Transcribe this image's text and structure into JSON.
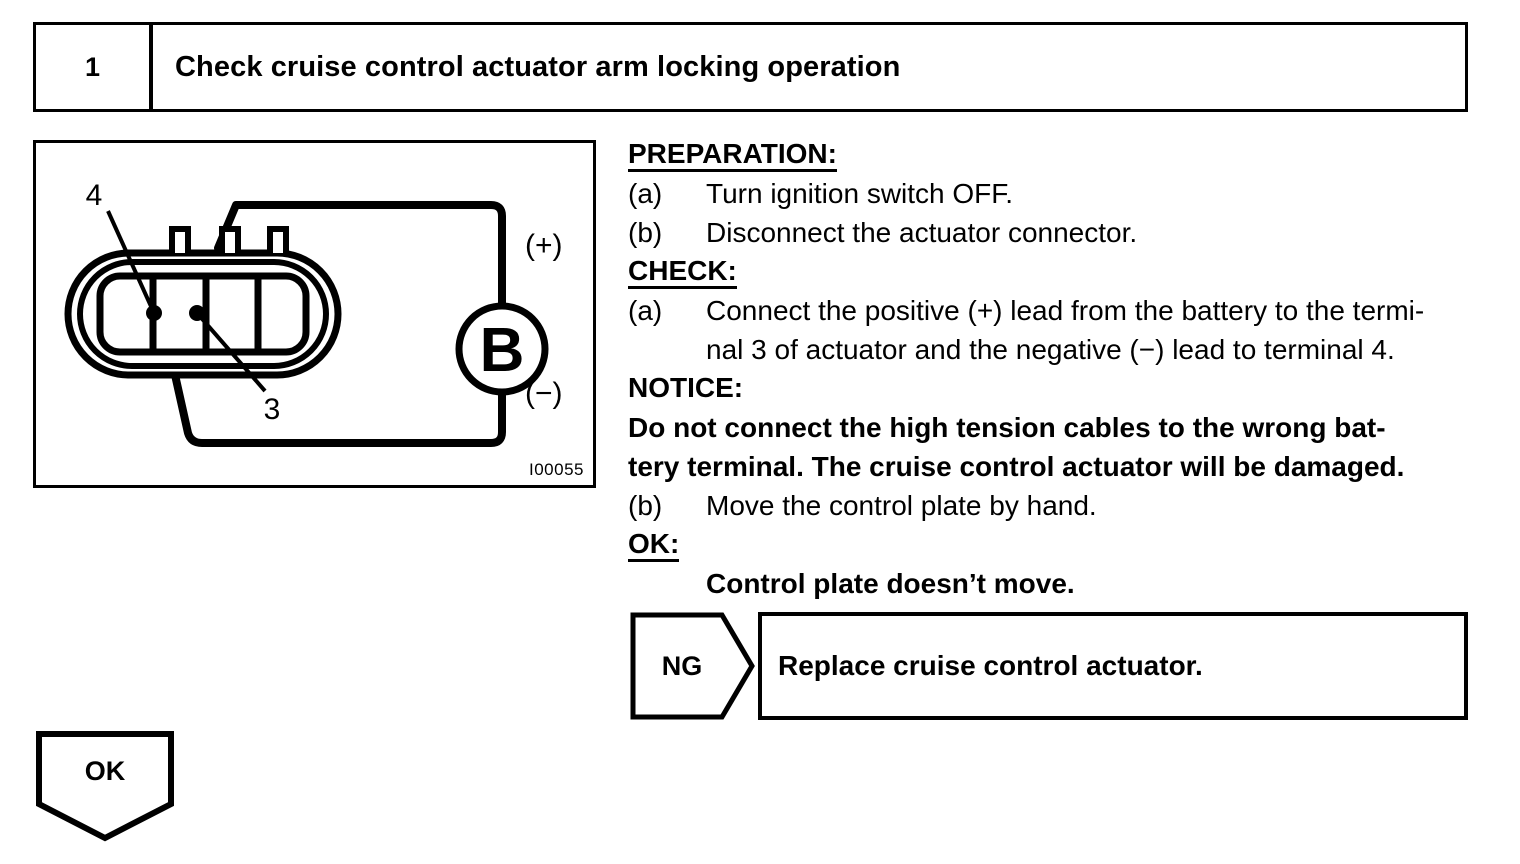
{
  "step": {
    "number": "1",
    "title": "Check cruise control actuator arm locking operation"
  },
  "figure": {
    "id_code": "I00055",
    "battery_symbol": "B",
    "positive_label": "(+)",
    "negative_label": "(−)",
    "terminal_label_4": "4",
    "terminal_label_3": "3"
  },
  "instructions": {
    "preparation_heading": "PREPARATION:",
    "prep_a_label": "(a)",
    "prep_a_text": "Turn ignition switch OFF.",
    "prep_b_label": "(b)",
    "prep_b_text": "Disconnect the actuator connector.",
    "check_heading": "CHECK:",
    "check_a_label": "(a)",
    "check_a_text_line1": "Connect the positive (+) lead from the battery to the termi-",
    "check_a_text_line2": "nal 3 of actuator and the negative (−) lead to terminal 4.",
    "notice_heading": "NOTICE:",
    "notice_line1": "Do not connect the high tension cables to the wrong bat-",
    "notice_line2": "tery terminal. The cruise control actuator will be damaged.",
    "check_b_label": "(b)",
    "check_b_text": "Move the control plate by hand.",
    "ok_heading": "OK:",
    "ok_text": "Control plate doesn’t move."
  },
  "flow": {
    "ng_label": "NG",
    "ng_result": "Replace cruise control actuator.",
    "ok_label": "OK"
  }
}
